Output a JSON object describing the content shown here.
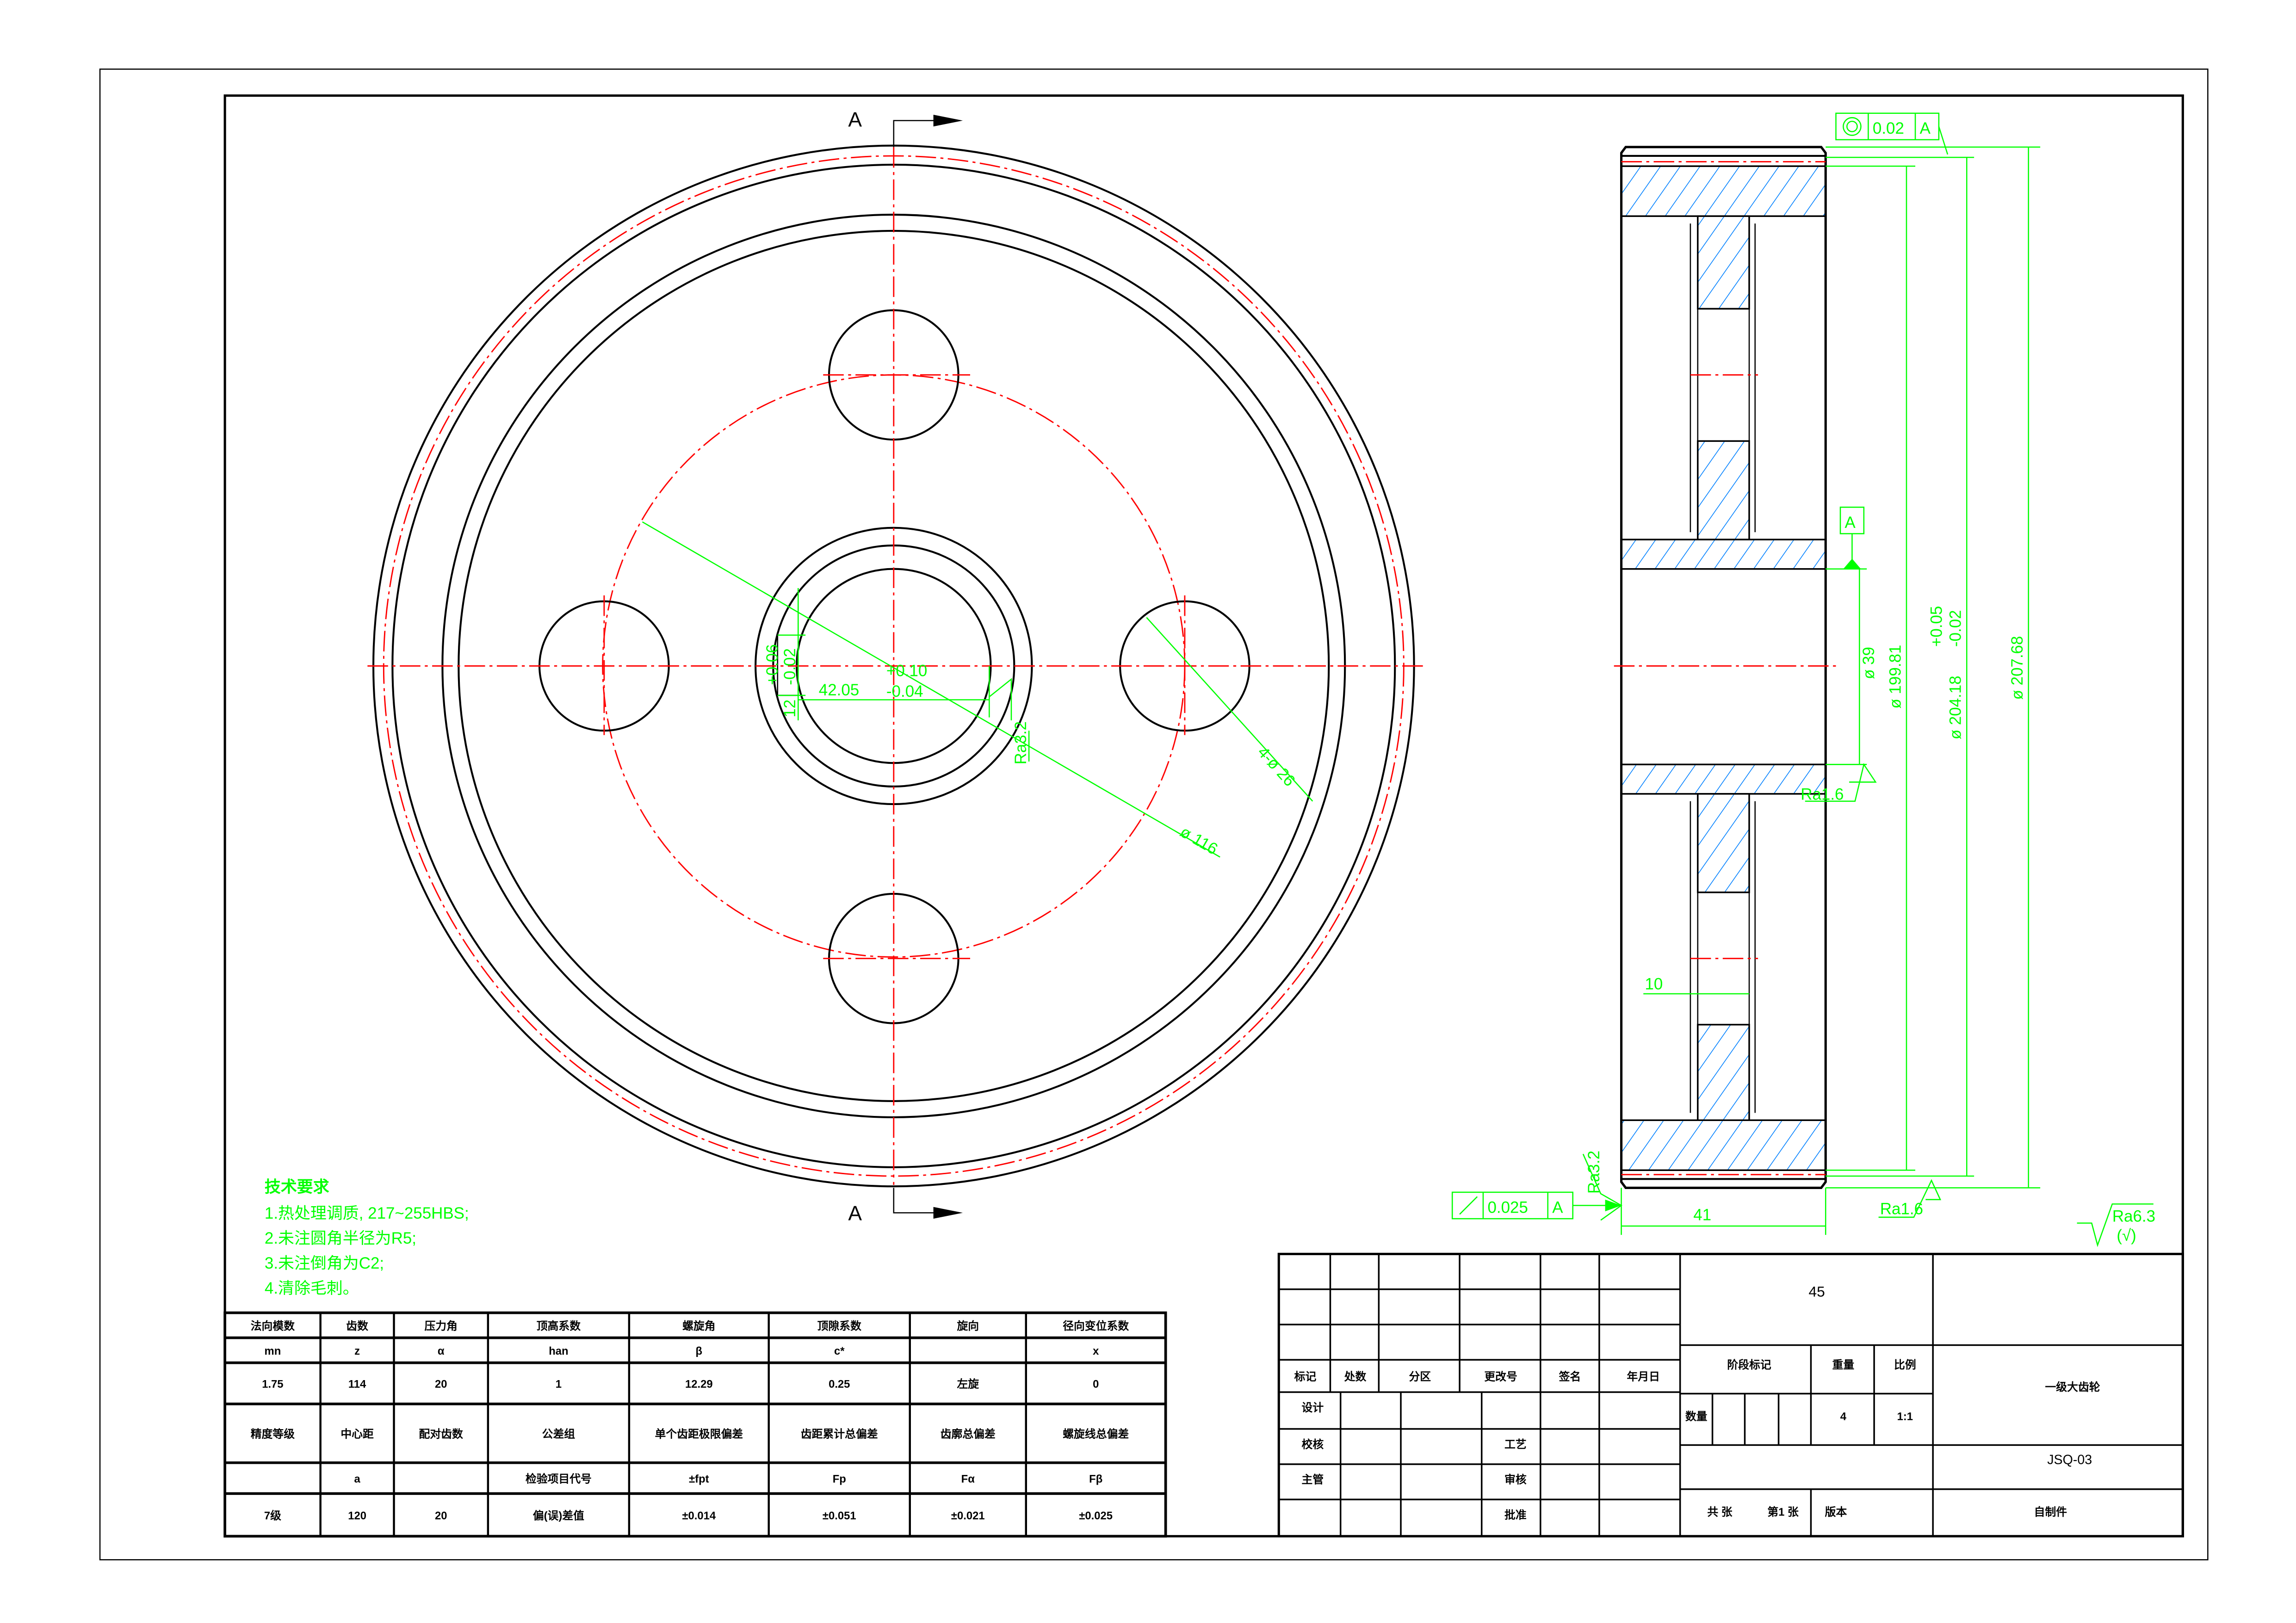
{
  "colors": {
    "outline": "#000000",
    "centerline": "#ff0000",
    "dimension": "#00ff00",
    "hatch": "#0080ff"
  },
  "section_labels": {
    "top": "A",
    "bottom": "A"
  },
  "front_view": {
    "dim_pitch_circle": "ø 116",
    "dim_holes": "4-ø 26",
    "keyway_width": "42.05",
    "keyway_width_tol_upper": "+0.10",
    "keyway_width_tol_lower": "-0.04",
    "keyway_height": "12",
    "keyway_height_tol_upper": "+0.06",
    "keyway_height_tol_lower": "-0.02",
    "roughness": "Ra3.2"
  },
  "side_view": {
    "datum": "A",
    "concentricity": {
      "tolerance": "0.02",
      "datum": "A"
    },
    "dia_bore": "ø 39",
    "dia_root": "ø 199.81",
    "dia_pitch": "ø 204.18",
    "dia_pitch_tol_upper": "+0.05",
    "dia_pitch_tol_lower": "-0.02",
    "dia_tip": "ø 207.68",
    "roughness_hub": "Ra1.6",
    "web_dim": "10",
    "runout": {
      "tolerance": "0.025",
      "datum": "A"
    },
    "roughness_face": "Ra3.2",
    "width": "41",
    "roughness_tip": "Ra1.6",
    "roughness_general": "Ra6.3",
    "roughness_general_note": "(√)"
  },
  "tech_requirements": {
    "title": "技术要求",
    "items": [
      "1.热处理调质, 217~255HBS;",
      "2.未注圆角半径为R5;",
      "3.未注倒角为C2;",
      "4.清除毛刺。"
    ]
  },
  "gear_table": {
    "rows": [
      [
        "法向模数",
        "齿数",
        "压力角",
        "顶高系数",
        "螺旋角",
        "顶隙系数",
        "旋向",
        "径向变位系数"
      ],
      [
        "mn",
        "z",
        "α",
        "han",
        "β",
        "c*",
        "",
        "x"
      ],
      [
        "1.75",
        "114",
        "20",
        "1",
        "12.29",
        "0.25",
        "左旋",
        "0"
      ],
      [
        "精度等级",
        "中心距",
        "配对齿数",
        "公差组",
        "单个齿距极限偏差",
        "齿距累计总偏差",
        "齿廓总偏差",
        "螺旋线总偏差"
      ],
      [
        "",
        "a",
        "",
        "检验项目代号",
        "±fpt",
        "Fp",
        "Fα",
        "Fβ"
      ],
      [
        "7级",
        "120",
        "20",
        "偏(误)差值",
        "±0.014",
        "±0.051",
        "±0.021",
        "±0.025"
      ]
    ]
  },
  "title_block": {
    "revision_headers": [
      "标记",
      "处数",
      "分区",
      "更改号",
      "签名",
      "年月日"
    ],
    "roles": {
      "design": "设计",
      "check": "校核",
      "supervisor": "主管",
      "process": "工艺",
      "review": "审核",
      "approve": "批准"
    },
    "material": "45",
    "stage_mark": "阶段标记",
    "weight_label": "重量",
    "scale_label": "比例",
    "quantity_label": "数量",
    "quantity": "4",
    "scale": "1:1",
    "part_name": "一级大齿轮",
    "drawing_number": "JSQ-03",
    "sheets_total": "共 张",
    "sheet_number": "第1 张",
    "version_label": "版本",
    "part_type": "自制件"
  }
}
